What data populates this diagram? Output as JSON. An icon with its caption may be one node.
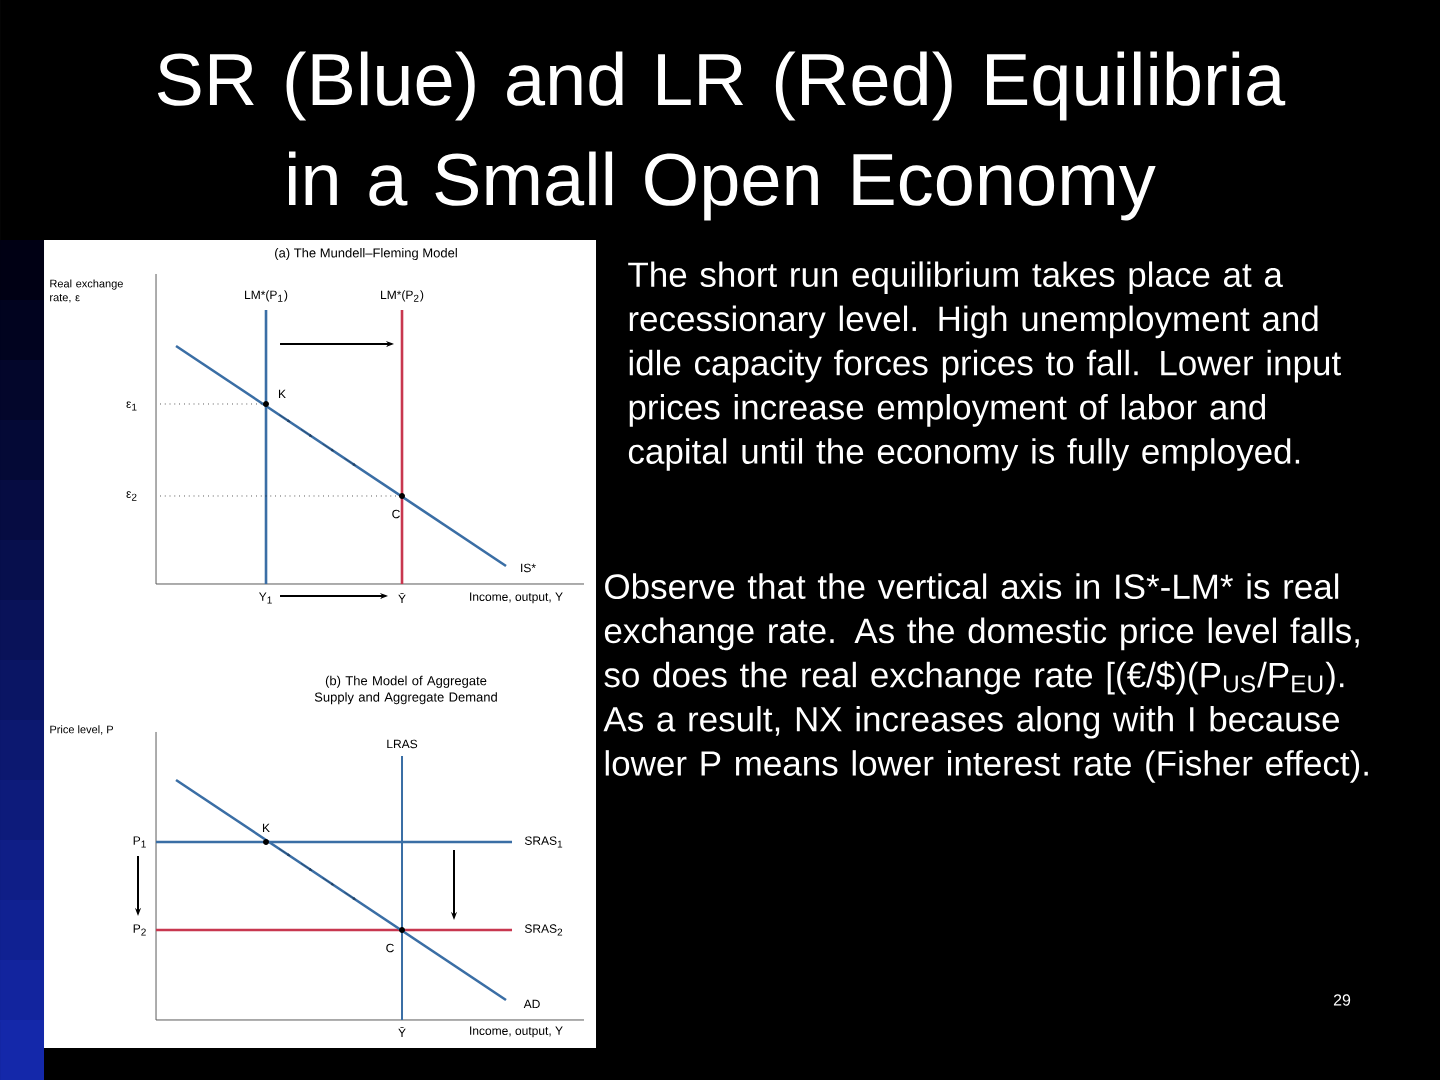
{
  "diagram": {
    "title": "SR (Blue) and LR (Red) Equilibria in a Small Open Economy",
    "labels": [
      "The short run equilibrium takes place at a recessionary level.  High unemployment and idle capacity forces prices to fall.  Lower input prices increase employment of labor and capital until the economy is fully employed.",
      "Observe that the vertical axis in IS*-LM* is real exchange rate.  As the domestic price level falls, so does the real exchange rate [(€/$)(P$_{US}$/P$_{EU}$). As a result, NX increases along with I because lower P means lower interest rate (Fisher effect).",
      "(a) The Mundell–Fleming Model",
      "Real exchange rate, ε",
      "LM*(P$_{1}$)",
      "LM*(P$_{2}$)",
      "K",
      "ε$_{1}$",
      "ε$_{2}$",
      "C",
      "IS*",
      "Y$_{1}$",
      "Ȳ",
      "Income, output, Y",
      "(b) The Model of Aggregate Supply and Aggregate Demand",
      "Price level, P",
      "LRAS",
      "K",
      "P$_{1}$",
      "SRAS$_{1}$",
      "P$_{2}$",
      "SRAS$_{2}$",
      "C",
      "AD",
      "Ȳ",
      "Income, output, Y",
      "29"
    ]
  }
}
